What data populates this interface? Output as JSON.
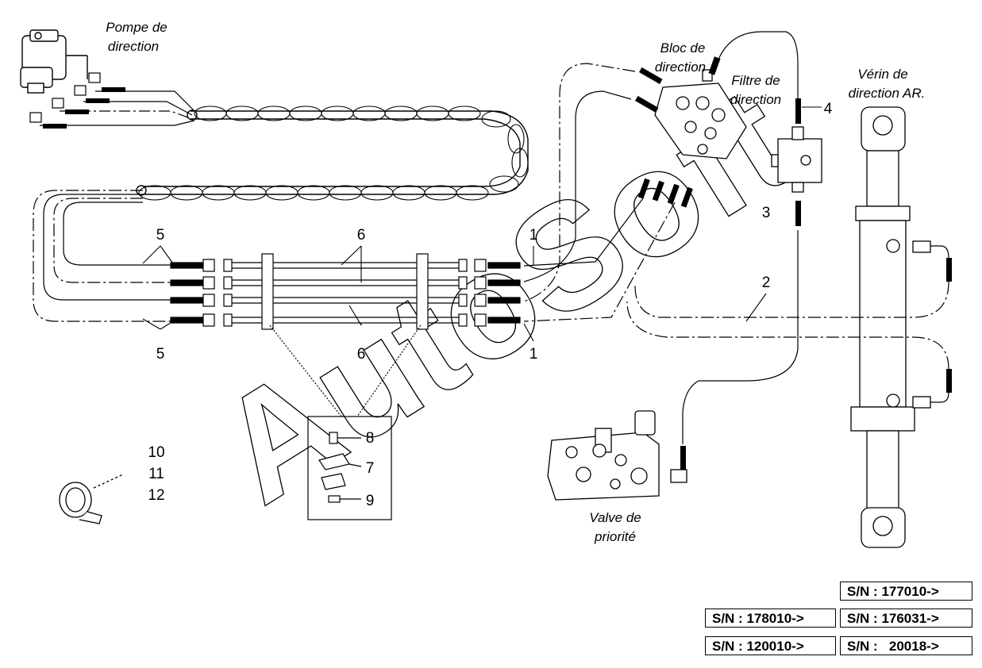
{
  "labels": {
    "pump": [
      "Pompe de",
      "direction"
    ],
    "block": [
      "Bloc de",
      "direction"
    ],
    "filter": [
      "Filtre de",
      "direction"
    ],
    "cylinder": [
      "Vérin de",
      "direction AR."
    ],
    "valve": [
      "Valve de",
      "priorité"
    ]
  },
  "callouts": {
    "n1": "1",
    "n2": "2",
    "n3": "3",
    "n4": "4",
    "n5": "5",
    "n6": "6",
    "n7": "7",
    "n8": "8",
    "n9": "9",
    "n10": "10",
    "n11": "11",
    "n12": "12"
  },
  "watermark": "AutoSoft",
  "serial_numbers": [
    "S/N : 177010->",
    "S/N : 178010->",
    "S/N : 176031->",
    "S/N : 120010->",
    "S/N :   20018->"
  ],
  "colors": {
    "line": "#000000",
    "background": "#ffffff",
    "watermark_stroke": "#000000"
  }
}
